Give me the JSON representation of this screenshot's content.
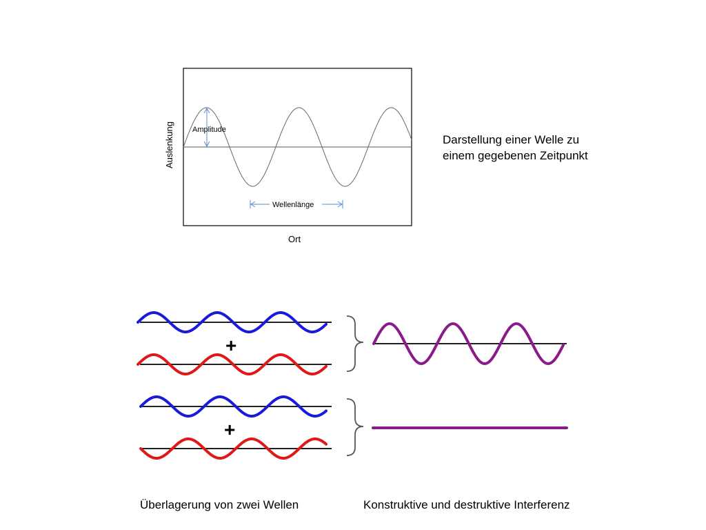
{
  "top_diagram": {
    "y_axis_label": "Auslenkung",
    "x_axis_label": "Ort",
    "amplitude_label": "Amplitude",
    "wavelength_label": "Wellenlänge",
    "caption_line1": "Darstellung einer Welle zu",
    "caption_line2": "einem gegebenen Zeitpunkt"
  },
  "interference_diagram": {
    "plus_symbol": "+",
    "caption_overlay": "Überlagerung von zwei Wellen",
    "caption_interference": "Konstruktive und destruktive Interferenz"
  },
  "colors": {
    "wave_blue": "#1a1adc",
    "wave_red": "#e01818",
    "wave_result": "#8a1a8a",
    "arrow": "#5a8ccc",
    "axis_line": "#000000",
    "frame": "#000000"
  },
  "icons": {
    "plus": "plus-icon",
    "brace": "right-curly-brace"
  }
}
